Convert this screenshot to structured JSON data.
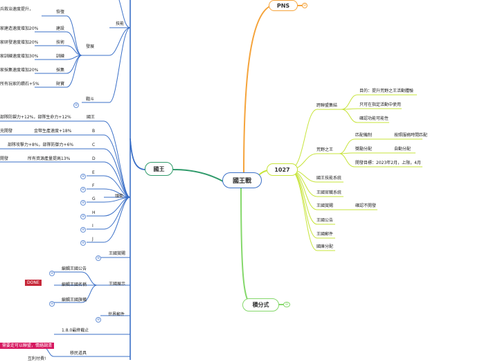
{
  "central": {
    "label": "國王戰"
  },
  "branches": {
    "pns": {
      "label": "PNS",
      "color": "#f5a33a",
      "badge": "⊖"
    },
    "y1027": {
      "label": "1027",
      "color": "#c7e43a"
    },
    "points": {
      "label": "積分式",
      "color": "#84d86a",
      "badge": "⊖"
    },
    "king": {
      "label": "國王",
      "color": "#2f9a6a"
    }
  },
  "right": {
    "alliance": {
      "label": "跨聯盟集結",
      "items": [
        "目的：提升荒野之王活動體驗",
        "只可在指定活動中使用",
        "確認功能可能性"
      ]
    },
    "wildking": {
      "label": "荒野之王",
      "match": {
        "label": "匹配機制",
        "value": "按照服務時間匹配"
      },
      "reward": {
        "label": "獎勵分配",
        "value": "自動分配"
      },
      "target": "開發目標：2023年2月，上限，4月"
    },
    "skill_system": "國王技能系統",
    "office_system": "王國官職系統",
    "gift": {
      "label": "王國賞賜",
      "value": "確認不開發"
    },
    "notice": "王國公告",
    "mail": "王國郵件",
    "distribute": "國庫分配"
  },
  "left": {
    "skills": {
      "label": "技能"
    },
    "develop": {
      "label": "發展",
      "items": [
        {
          "label": "恢復",
          "text": "兵救治速度提升，"
        },
        {
          "label": "建設",
          "text": "家建造速度增加20%"
        },
        {
          "label": "技術",
          "text": "家研發速度增加20%"
        },
        {
          "label": "訓練",
          "text": "家訓練速度增加30%"
        },
        {
          "label": "採集",
          "text": "家採集速度增加20%"
        },
        {
          "label": "財寶",
          "text": "所有玩家的鑽石+5%"
        }
      ]
    },
    "battle": {
      "label": "戰斗",
      "badge": "⊕"
    },
    "titles": {
      "label": "頭銜",
      "items": [
        {
          "label": "國王",
          "text": "部隊防禦力+12%，部隊生命力+12%"
        },
        {
          "label": "B",
          "text": "金幣生產速度+18%",
          "text2": "充開發"
        },
        {
          "label": "C",
          "text": "部隊攻擊力+8%，部隊防御力+6%"
        },
        {
          "label": "D",
          "text": "所有資源產量提高13%",
          "text2": "開發"
        },
        {
          "label": "E"
        },
        {
          "label": "F"
        },
        {
          "label": "G"
        },
        {
          "label": "H"
        },
        {
          "label": "I"
        },
        {
          "label": "J"
        }
      ]
    },
    "gift": {
      "label": "王國賞賜"
    },
    "show": {
      "label": "王國展示",
      "items": [
        "編輯王國公告",
        "編輯王國名稱",
        "編輯王國旗幟"
      ],
      "done": "DONE"
    },
    "world_mail": {
      "label": "世界郵件"
    },
    "close": {
      "label": "1.8.0最終截止"
    },
    "props": {
      "label": "移民道具",
      "warn": "需要走可以聯盟，情絡調清",
      "more": "互利付費!"
    }
  }
}
